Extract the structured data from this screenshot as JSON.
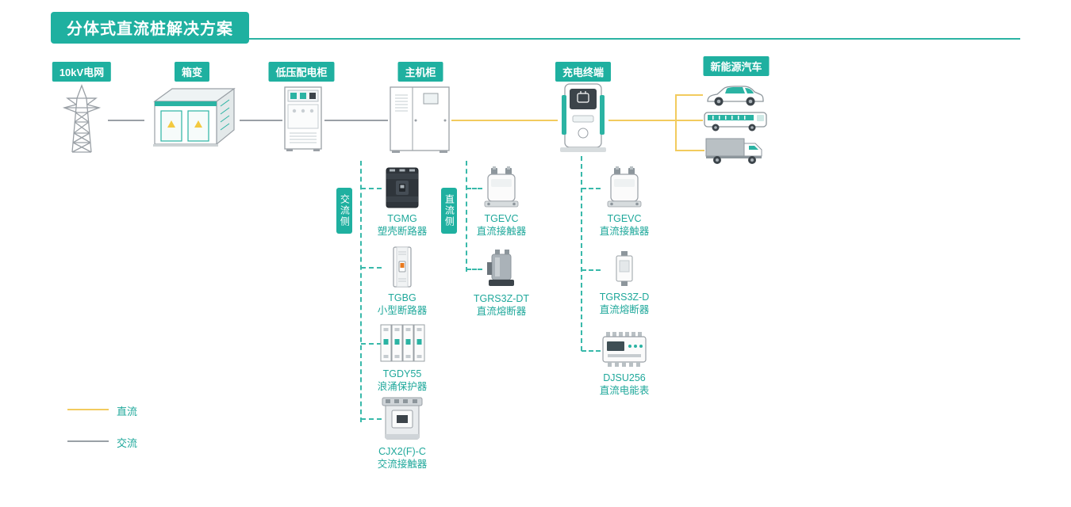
{
  "title": "分体式直流桩解决方案",
  "palette": {
    "teal": "#1fb0a0",
    "dc_yellow": "#f2cb5e",
    "ac_gray": "#9aa0a6",
    "label_text": "#1fa89b"
  },
  "flow_nodes": [
    {
      "id": "grid",
      "label": "10kV电网",
      "icon": "power-tower-icon"
    },
    {
      "id": "box-transformer",
      "label": "箱变",
      "icon": "box-transformer-icon"
    },
    {
      "id": "lv-cabinet",
      "label": "低压配电柜",
      "icon": "lv-distribution-cabinet-icon"
    },
    {
      "id": "main-cabinet",
      "label": "主机柜",
      "icon": "main-cabinet-icon"
    },
    {
      "id": "charging-terminal",
      "label": "充电终端",
      "icon": "charging-terminal-icon"
    },
    {
      "id": "ev",
      "label": "新能源汽车",
      "icon": "car-bus-truck-icons"
    }
  ],
  "component_groups": [
    {
      "parent": "main-cabinet",
      "side_label": "交流侧",
      "items": [
        {
          "model": "TGMG",
          "name": "塑壳断路器"
        },
        {
          "model": "TGBG",
          "name": "小型断路器"
        },
        {
          "model": "TGDY55",
          "name": "浪涌保护器"
        },
        {
          "model": "CJX2(F)-C",
          "name": "交流接触器"
        }
      ]
    },
    {
      "parent": "main-cabinet",
      "side_label": "直流侧",
      "items": [
        {
          "model": "TGEVC",
          "name": "直流接触器"
        },
        {
          "model": "TGRS3Z-DT",
          "name": "直流熔断器"
        }
      ]
    },
    {
      "parent": "charging-terminal",
      "side_label": "",
      "items": [
        {
          "model": "TGEVC",
          "name": "直流接触器"
        },
        {
          "model": "TGRS3Z-D",
          "name": "直流熔断器"
        },
        {
          "model": "DJSU256",
          "name": "直流电能表"
        }
      ]
    }
  ],
  "legend": [
    {
      "label": "直流",
      "type": "dc",
      "color": "#f2cb5e"
    },
    {
      "label": "交流",
      "type": "ac",
      "color": "#9aa0a6"
    }
  ]
}
